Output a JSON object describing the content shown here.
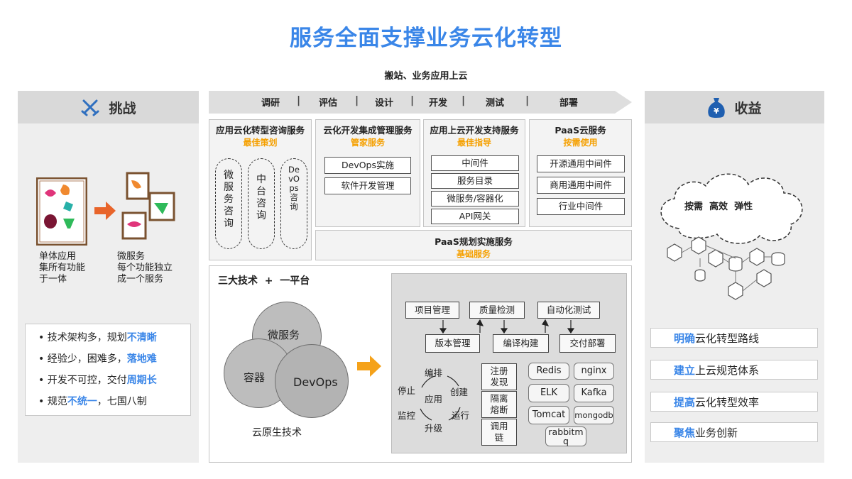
{
  "title": "服务全面支撑业务云化转型",
  "subtitle": "搬站、业务应用上云",
  "left": {
    "header": "挑战",
    "mono_caption": [
      "单体应用",
      "集所有功能",
      "于一体"
    ],
    "micro_caption": [
      "微服务",
      "每个功能独立",
      "成一个服务"
    ],
    "bullets": [
      {
        "pre": "技术架构多，规划",
        "hl": "不清晰",
        "post": ""
      },
      {
        "pre": "经验少，困难多，",
        "hl": "落地难",
        "post": ""
      },
      {
        "pre": "开发不可控，交付",
        "hl": "周期长",
        "post": ""
      },
      {
        "pre": "规范",
        "hl": "不统一",
        "post": "，七国八制"
      }
    ]
  },
  "phases": [
    "调研",
    "评估",
    "设计",
    "开发",
    "测试",
    "部署"
  ],
  "columns": [
    {
      "title": "应用云化转型咨询服务",
      "sub": "最佳策划",
      "pills": [
        "微服务咨询",
        "中台咨询",
        "DevOps咨询"
      ]
    },
    {
      "title": "云化开发集成管理服务",
      "sub": "管家服务",
      "items": [
        "DevOps实施",
        "软件开发管理"
      ]
    },
    {
      "title": "应用上云开发支持服务",
      "sub": "最佳指导",
      "items": [
        "中间件",
        "服务目录",
        "微服务/容器化",
        "API网关"
      ]
    },
    {
      "title": "PaaS云服务",
      "sub": "按需使用",
      "items": [
        "开源通用中间件",
        "商用通用中间件",
        "行业中间件"
      ]
    }
  ],
  "paas_plan": {
    "title": "PaaS规划实施服务",
    "sub": "基础服务"
  },
  "tech": {
    "heading": "三大技术  +  一平台",
    "circles": [
      "微服务",
      "容器",
      "DevOps"
    ],
    "caption": "云原生技术"
  },
  "platform": {
    "top_row": [
      "项目管理",
      "质量检测",
      "自动化测试"
    ],
    "mid_row": [
      "版本管理",
      "编译构建",
      "交付部署"
    ],
    "cycle": {
      "center": "应用",
      "top": "编排",
      "right_top": "创建",
      "right_bottom": "运行",
      "bottom": "升级",
      "left_bottom": "监控",
      "left_top": "停止"
    },
    "stack": [
      "注册\n发现",
      "隔离\n熔断",
      "调用\n链"
    ],
    "tools": [
      "Redis",
      "nginx",
      "ELK",
      "Kafka",
      "Tomcat",
      "mongodb",
      "rabbitm\nq"
    ]
  },
  "right": {
    "header": "收益",
    "cloud_text": "按需  高效  弹性",
    "benefits": [
      {
        "hl": "明确",
        "rest": "云化转型路线"
      },
      {
        "hl": "建立",
        "rest": "上云规范体系"
      },
      {
        "hl": "提高",
        "rest": "云化转型效率"
      },
      {
        "hl": "聚焦",
        "rest": "业务创新"
      }
    ]
  },
  "colors": {
    "accent": "#3a86e8",
    "orange": "#f5a000",
    "panel": "#eeeeee"
  }
}
